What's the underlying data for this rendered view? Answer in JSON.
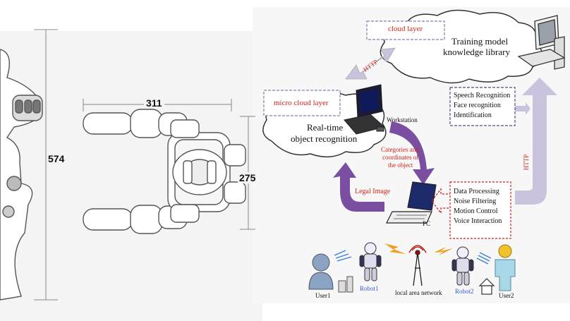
{
  "left": {
    "dims": {
      "height": "574",
      "width": "311",
      "depth": "275"
    }
  },
  "right": {
    "cloud_layer": "cloud layer",
    "training_library": [
      "Training model",
      "knowledge library"
    ],
    "http_top": "HTTP",
    "micro_cloud_layer": "micro cloud layer",
    "workstation": "Workstation",
    "realtime_recognition": [
      "Real-time",
      "object recognition"
    ],
    "categories": [
      "Categories and",
      "coordinates of",
      "the object"
    ],
    "legal_image": "Legal Image",
    "speech_box": [
      "Speech Recognition",
      "Face recognition",
      "Identification"
    ],
    "http_right": "HTTP",
    "data_box": [
      "Data Processing",
      "Noise Filtering",
      "Motion Control",
      "Voice Interaction"
    ],
    "pc": "PC",
    "user1": "User1",
    "robot1": "Robot1",
    "lan": "local area network",
    "robot2": "Robot2",
    "user2": "User2"
  },
  "colors": {
    "red_text": "#d2231f",
    "purple_arrow": "#7a4fa1",
    "lilac_arrow": "#c9c3dd",
    "blue_text": "#3a5bd6"
  }
}
